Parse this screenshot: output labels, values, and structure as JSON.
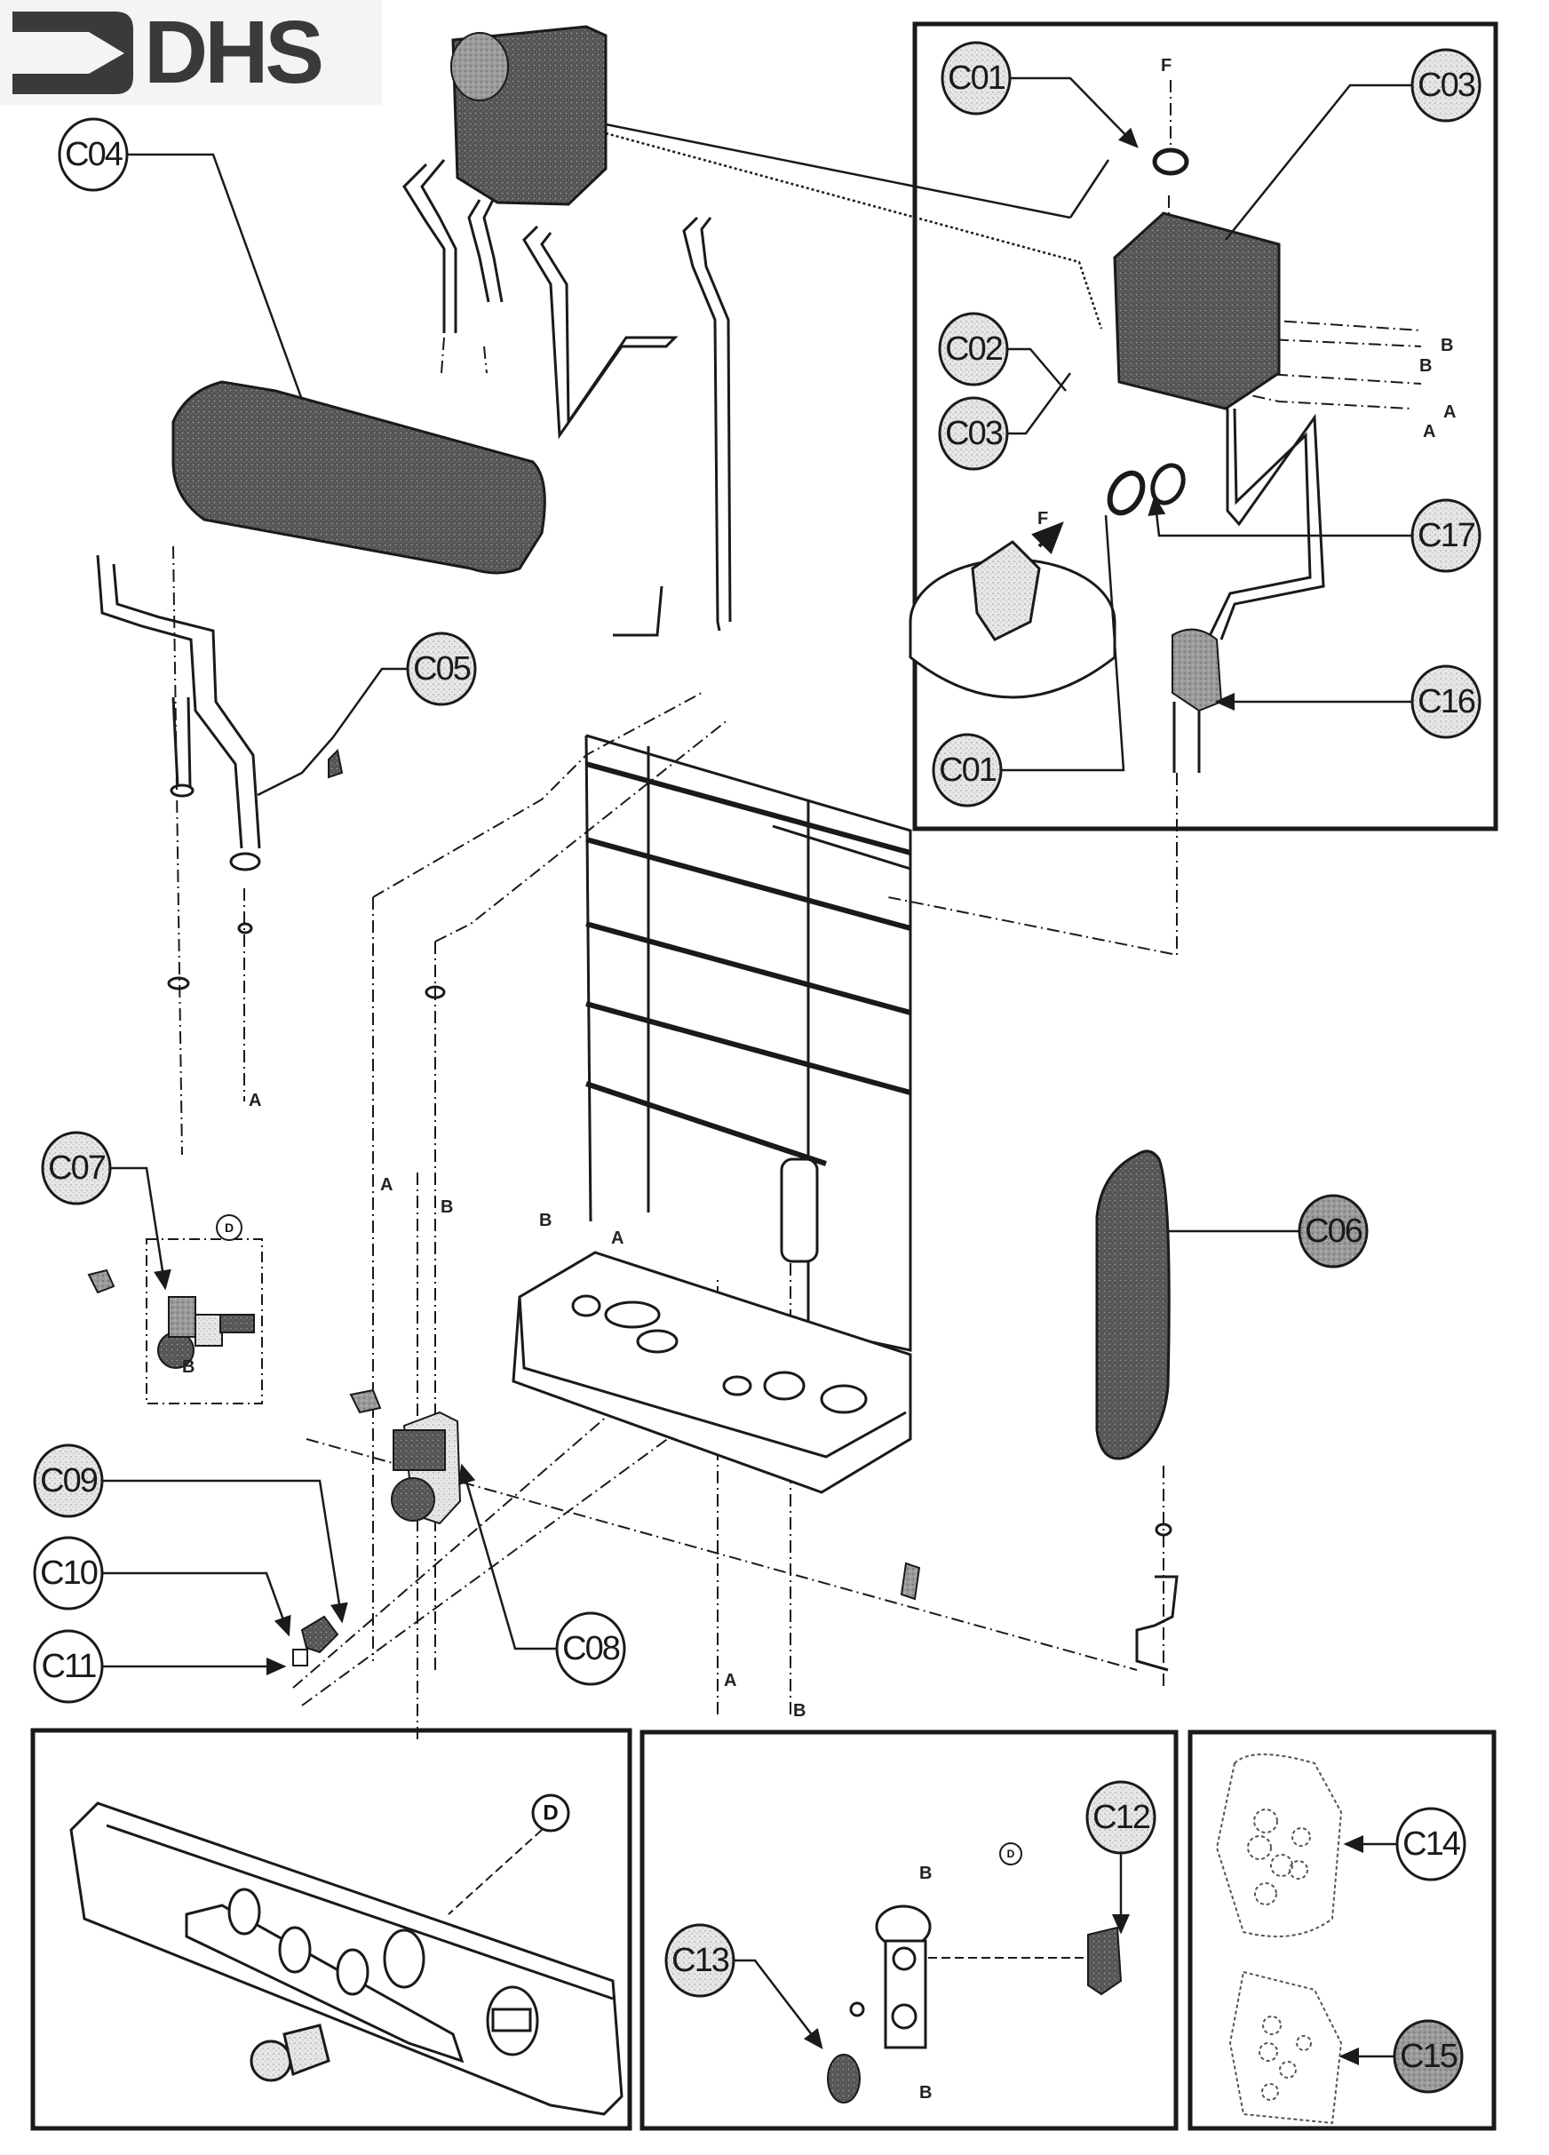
{
  "logo": {
    "text": "DHS",
    "color": "#3a3a3a"
  },
  "colors": {
    "ink": "#1a1a1a",
    "callout_fill": "#d9d9d9",
    "callout_dark_fill": "#8c8c8c",
    "part_fill": "#4a4a4a",
    "paper": "#ffffff"
  },
  "callouts": [
    {
      "id": "C01",
      "label": "C01",
      "position_note": "top-right panel, top"
    },
    {
      "id": "C03",
      "label": "C03",
      "position_note": "top-right panel, top"
    },
    {
      "id": "C02",
      "label": "C02",
      "position_note": "top-right panel"
    },
    {
      "id": "C03b",
      "label": "C03",
      "position_note": "top-right panel"
    },
    {
      "id": "C17",
      "label": "C17",
      "position_note": "top-right panel"
    },
    {
      "id": "C16",
      "label": "C16",
      "position_note": "top-right panel"
    },
    {
      "id": "C01b",
      "label": "C01",
      "position_note": "top-right panel, bottom"
    },
    {
      "id": "C04",
      "label": "C04"
    },
    {
      "id": "C05",
      "label": "C05"
    },
    {
      "id": "C06",
      "label": "C06"
    },
    {
      "id": "C07",
      "label": "C07"
    },
    {
      "id": "C08",
      "label": "C08"
    },
    {
      "id": "C09",
      "label": "C09"
    },
    {
      "id": "C10",
      "label": "C10"
    },
    {
      "id": "C11",
      "label": "C11"
    },
    {
      "id": "C12",
      "label": "C12"
    },
    {
      "id": "C13",
      "label": "C13"
    },
    {
      "id": "C14",
      "label": "C14"
    },
    {
      "id": "C15",
      "label": "C15"
    }
  ],
  "reference_markers": {
    "D": "D"
  },
  "connection_letters": {
    "A": "A",
    "B": "B",
    "F": "F"
  }
}
